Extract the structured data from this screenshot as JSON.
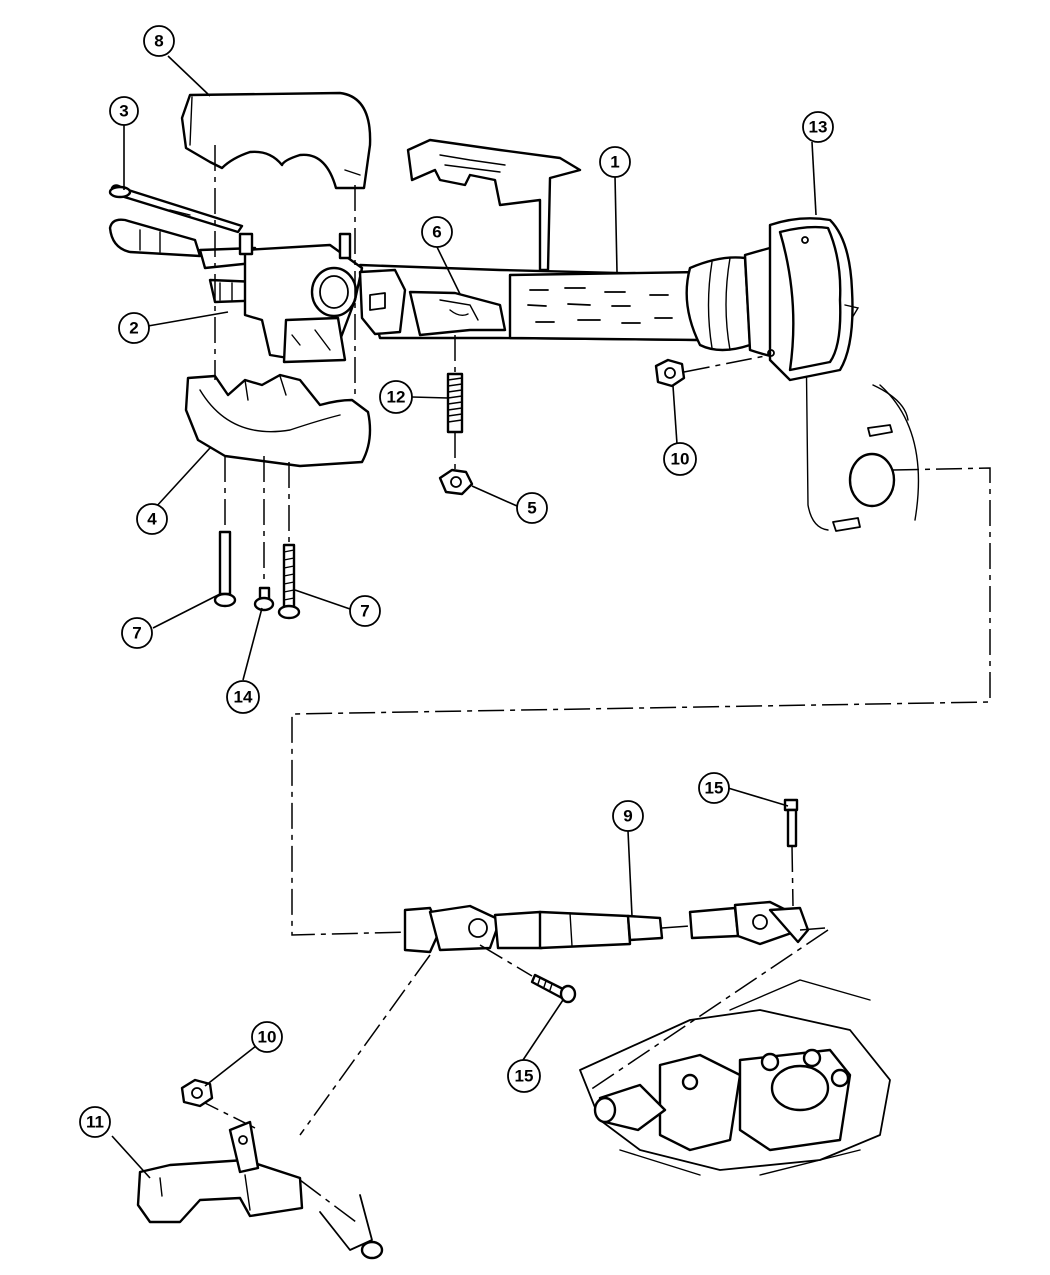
{
  "callouts": [
    "1",
    "2",
    "3",
    "4",
    "5",
    "6",
    "7",
    "7",
    "8",
    "9",
    "10",
    "10",
    "11",
    "12",
    "13",
    "14",
    "15",
    "15"
  ]
}
